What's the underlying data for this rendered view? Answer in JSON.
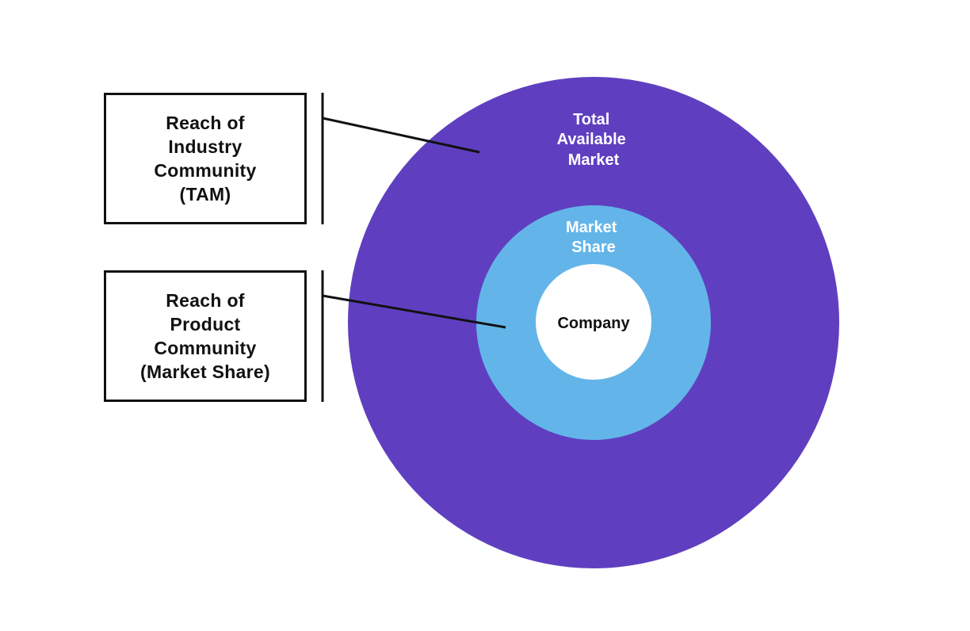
{
  "colors": {
    "outer_ring": "#5f3fc0",
    "middle_ring": "#63b5e9",
    "inner_circle": "#ffffff",
    "ring_text": "#ffffff",
    "inner_text": "#111111",
    "connector": "#111111",
    "box_border": "#111111"
  },
  "boxes": {
    "tam": {
      "lines": [
        "Reach of",
        "Industry",
        "Community",
        "(TAM)"
      ]
    },
    "share": {
      "lines": [
        "Reach of",
        "Product",
        "Community",
        "(Market Share)"
      ]
    }
  },
  "circles": {
    "outer": {
      "label_lines": [
        "Total",
        "Available",
        "Market"
      ]
    },
    "middle": {
      "label_lines": [
        "Market",
        "Share"
      ]
    },
    "inner": {
      "label": "Company"
    }
  }
}
